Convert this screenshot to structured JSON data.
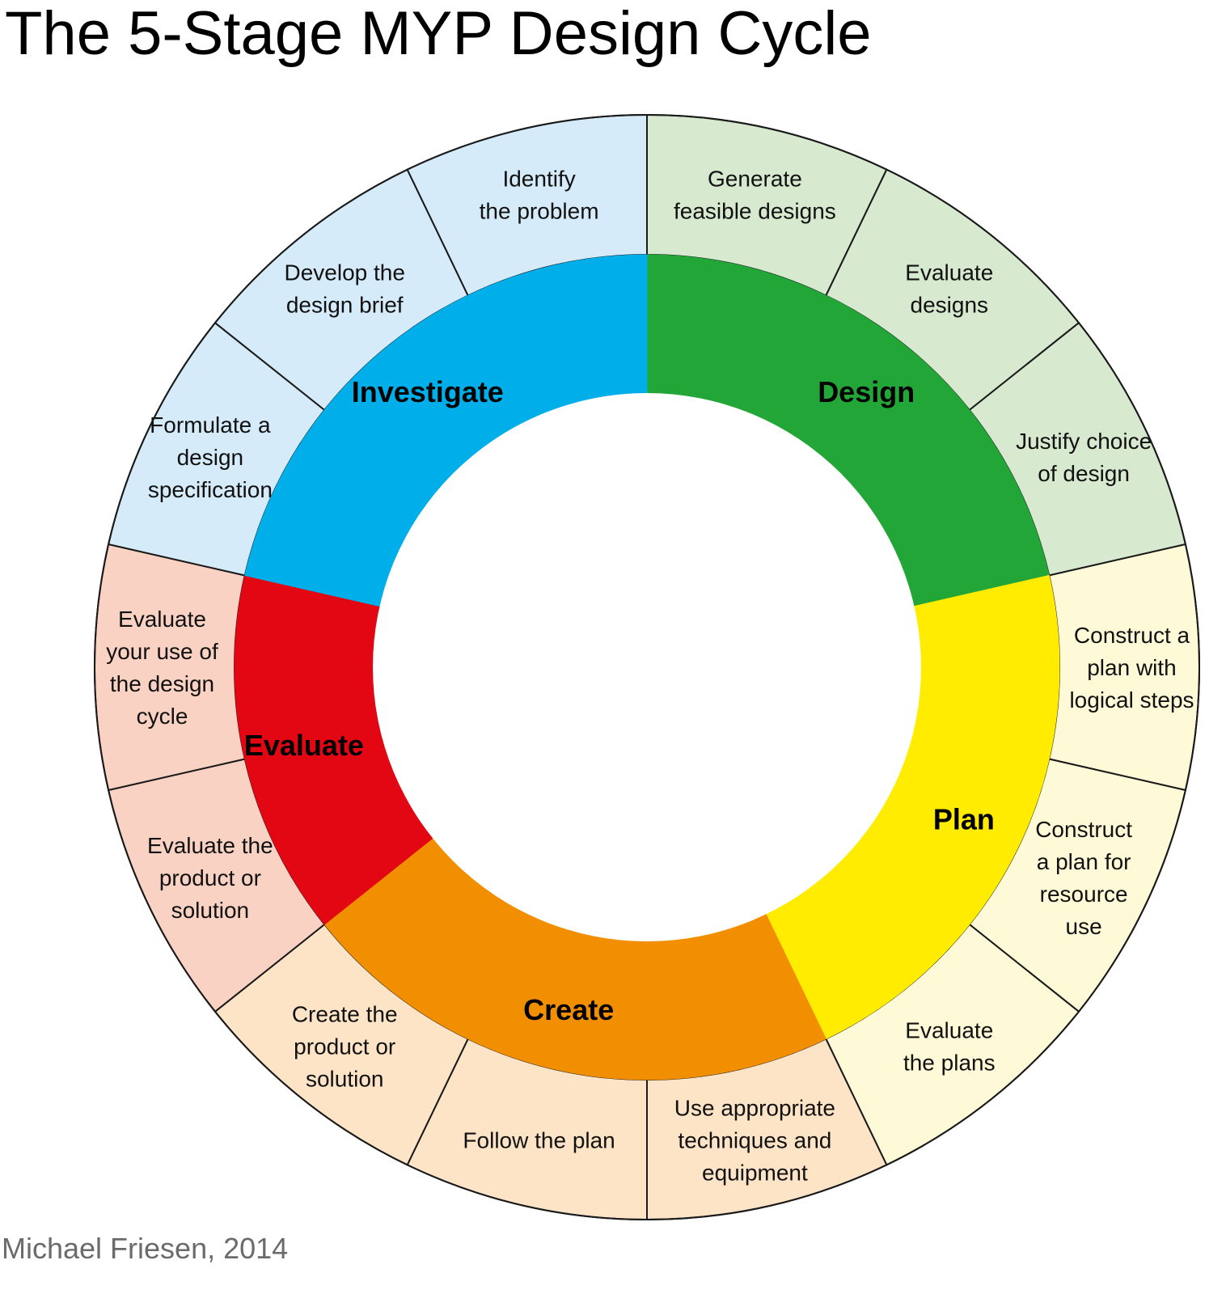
{
  "title": "The 5-Stage MYP Design Cycle",
  "credit": "Michael Friesen, 2014",
  "stages": [
    {
      "name": "Investigate",
      "color": "#00AEEA",
      "light_color": "#D5EBF9",
      "steps": [
        [
          "Identify",
          "the problem"
        ],
        [
          "Develop the",
          "design brief"
        ],
        [
          "Formulate a",
          "design",
          "specification"
        ]
      ]
    },
    {
      "name": "Design",
      "color": "#22A638",
      "light_color": "#D7E9CF",
      "steps": [
        [
          "Generate",
          "feasible designs"
        ],
        [
          "Evaluate",
          "designs"
        ],
        [
          "Justify choice",
          "of design"
        ]
      ]
    },
    {
      "name": "Plan",
      "color": "#FFEC00",
      "light_color": "#FEFAD8",
      "steps": [
        [
          "Construct a",
          "plan with",
          "logical steps"
        ],
        [
          "Construct",
          "a plan for",
          "resource",
          "use"
        ],
        [
          "Evaluate",
          "the plans"
        ]
      ]
    },
    {
      "name": "Create",
      "color": "#F28F00",
      "light_color": "#FDE4C7",
      "steps": [
        [
          "Use appropriate",
          "techniques and",
          "equipment"
        ],
        [
          "Follow the plan"
        ],
        [
          "Create the",
          "product or",
          "solution"
        ]
      ]
    },
    {
      "name": "Evaluate",
      "color": "#E30613",
      "light_color": "#F9D2C3",
      "steps": [
        [
          "Evaluate the",
          "product or",
          "solution"
        ],
        [
          "Evaluate",
          "your use of",
          "the design",
          "cycle"
        ]
      ]
    }
  ]
}
